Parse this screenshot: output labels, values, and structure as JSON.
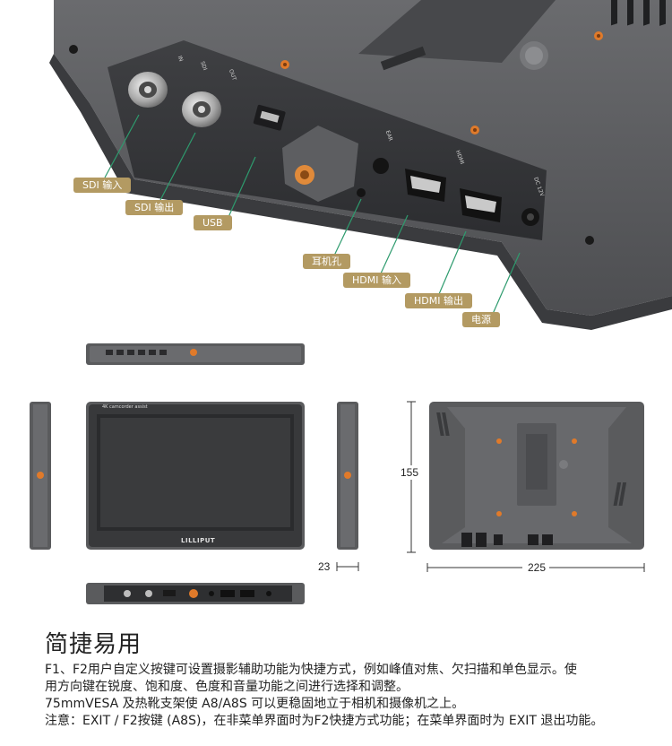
{
  "port_labels": {
    "sdi_in": "SDI 输入",
    "sdi_out": "SDI 输出",
    "usb": "USB",
    "earphone": "耳机孔",
    "hdmi_in": "HDMI 输入",
    "hdmi_out": "HDMI 输出",
    "power": "电源"
  },
  "device_silkscreen": {
    "in": "IN",
    "sdi": "SDI",
    "out": "OUT",
    "ear": "EAR",
    "hdmi": "HDMI",
    "dc": "DC 12V",
    "brand": "LILLIPUT",
    "camera_badge": "4K camcorder assist"
  },
  "dimensions": {
    "height": "155",
    "depth": "23",
    "width": "225"
  },
  "description": {
    "title": "简捷易用",
    "lines": [
      "F1、F2用户自定义按键可设置摄影辅助功能为快捷方式，例如峰值对焦、欠扫描和单色显示。使",
      "用方向键在锐度、饱和度、色度和音量功能之间进行选择和调整。",
      "75mmVESA 及热靴支架使 A8/A8S 可以更稳固地立于相机和摄像机之上。",
      "注意：EXIT / F2按键 (A8S)，在非菜单界面时为F2快捷方式功能；在菜单界面时为 EXIT 退出功能。"
    ]
  },
  "colors": {
    "label_bg": "#b39a62",
    "connector_line": "#2e9b6e",
    "device_body": "#5a5b5d",
    "accent_orange": "#e07a2a"
  }
}
